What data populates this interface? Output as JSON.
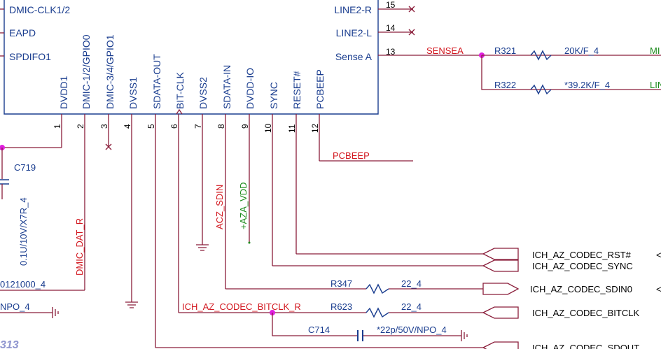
{
  "colors": {
    "wire": "#8a1d3a",
    "part_outline": "#1a3d8f",
    "pin_text": "#1a3d8f",
    "net_red": "#d2161e",
    "net_green": "#1a8a1a",
    "junction": "#e020e0"
  },
  "codec": {
    "left_pins": [
      "DMIC-CLK1/2",
      "EAPD",
      "SPDIFO1"
    ],
    "right_pins": [
      {
        "label": "LINE2-R",
        "num": "15"
      },
      {
        "label": "LINE2-L",
        "num": "14"
      },
      {
        "label": "Sense A",
        "num": "13"
      }
    ],
    "bottom_pins": [
      {
        "label": "DVDD1",
        "num": "1"
      },
      {
        "label": "DMIC-1/2/GPIO0",
        "num": "2"
      },
      {
        "label": "DMIC-3/4/GPIO1",
        "num": "3"
      },
      {
        "label": "DVSS1",
        "num": "4"
      },
      {
        "label": "SDATA-OUT",
        "num": "5"
      },
      {
        "label": "BIT-CLK",
        "num": "6"
      },
      {
        "label": "DVSS2",
        "num": "7"
      },
      {
        "label": "SDATA-IN",
        "num": "8"
      },
      {
        "label": "DVDD-IO",
        "num": "9"
      },
      {
        "label": "SYNC",
        "num": "10"
      },
      {
        "label": "RESET#",
        "num": "11"
      },
      {
        "label": "PCBEEP",
        "num": "12"
      }
    ]
  },
  "nets": {
    "sensea": "SENSEA",
    "pcbeep": "PCBEEP",
    "acz_sdin": "ACZ_SDIN",
    "aza_vdd": "+AZA_VDD",
    "dmic_dat_r": "DMIC_DAT_R",
    "ich_bitclk_r": "ICH_AZ_CODEC_BITCLK_R",
    "mic_partial": "MI",
    "line_partial": "LIN"
  },
  "components": {
    "r321": {
      "ref": "R321",
      "value": "20K/F_4"
    },
    "r322": {
      "ref": "R322",
      "value": "*39.2K/F_4"
    },
    "r347": {
      "ref": "R347",
      "value": "22_4"
    },
    "r623": {
      "ref": "R623",
      "value": "22_4"
    },
    "c714": {
      "ref": "C714",
      "value": "*22p/50V/NPO_4"
    },
    "c719": {
      "ref": "C719",
      "value": "0.1U/10V/X7R_4"
    },
    "left_partial_1": "0121000_4",
    "left_partial_2": "NPO_4"
  },
  "ports": {
    "rst": "ICH_AZ_CODEC_RST#",
    "sync": "ICH_AZ_CODEC_SYNC",
    "sdin0": "ICH_AZ_CODEC_SDIN0",
    "bitclk": "ICH_AZ_CODEC_BITCLK",
    "sdout": "ICH_AZ_CODEC_SDOUT"
  },
  "sheet_partial": "313"
}
